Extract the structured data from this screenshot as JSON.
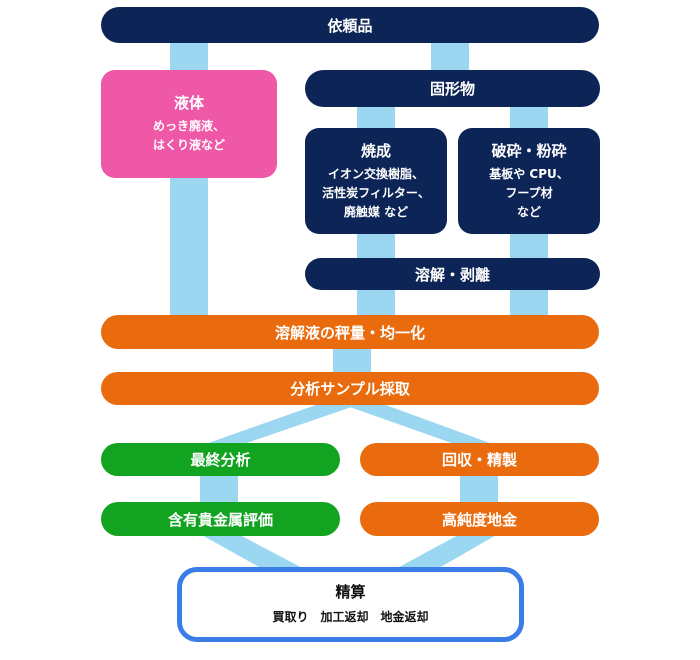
{
  "colors": {
    "navy": "#0d2556",
    "orange": "#e96b0d",
    "green": "#12a321",
    "pink": "#ef57a7",
    "connector": "#9bd7f0",
    "final_border": "#3a7de6"
  },
  "nodes": {
    "request": "依頼品",
    "liquid": {
      "title": "液体",
      "desc": [
        "めっき廃液、",
        "はくり液など"
      ]
    },
    "solid": "固形物",
    "burn": {
      "title": "焼成",
      "desc": [
        "イオン交換樹脂、",
        "活性炭フィルター、",
        "廃触媒 など"
      ]
    },
    "crush": {
      "title": "破砕・粉砕",
      "desc": [
        "基板や CPU、",
        "フープ材",
        "など"
      ]
    },
    "dissolve": "溶解・剥離",
    "weigh": "溶解液の秤量・均一化",
    "sample": "分析サンプル採取",
    "final_analysis": "最終分析",
    "valuation": "含有貴金属評価",
    "recovery": "回収・精製",
    "high_purity": "高純度地金",
    "settlement": {
      "title": "精算",
      "desc": "買取り　加工返却　地金返却"
    }
  }
}
